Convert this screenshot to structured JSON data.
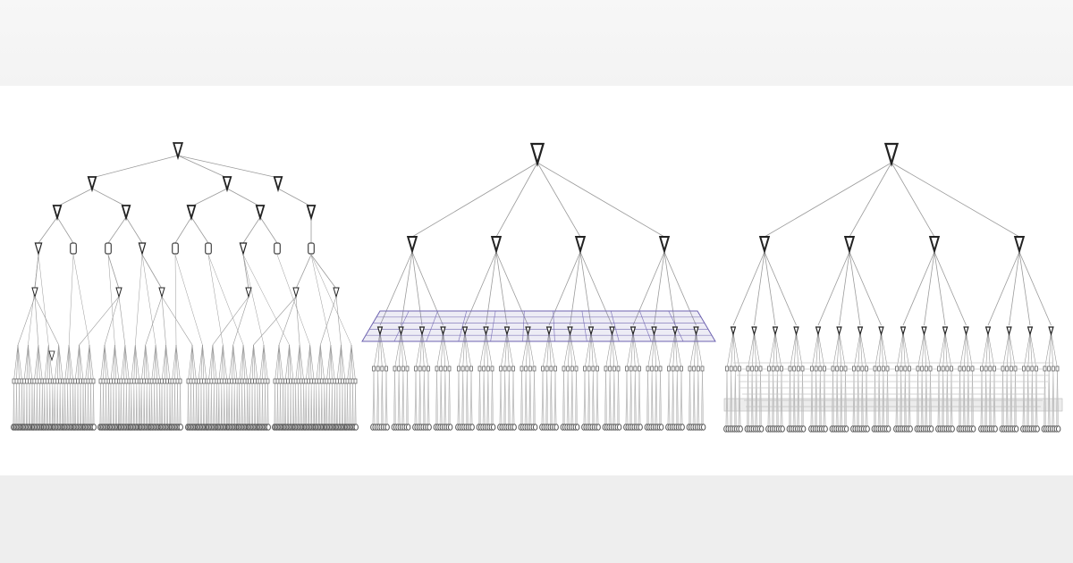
{
  "colors": {
    "edge": "#9a9a9a",
    "node": "#222222",
    "plane": "#6e63b0",
    "plane_gray": "#c8c8c8",
    "band": "#eeeeee"
  },
  "trees": [
    {
      "id": "left",
      "style": "irregular",
      "plane": "none"
    },
    {
      "id": "middle",
      "branching": [
        4,
        4
      ],
      "plane": "purple"
    },
    {
      "id": "right",
      "branching": [
        4,
        4
      ],
      "plane": "gray"
    }
  ]
}
